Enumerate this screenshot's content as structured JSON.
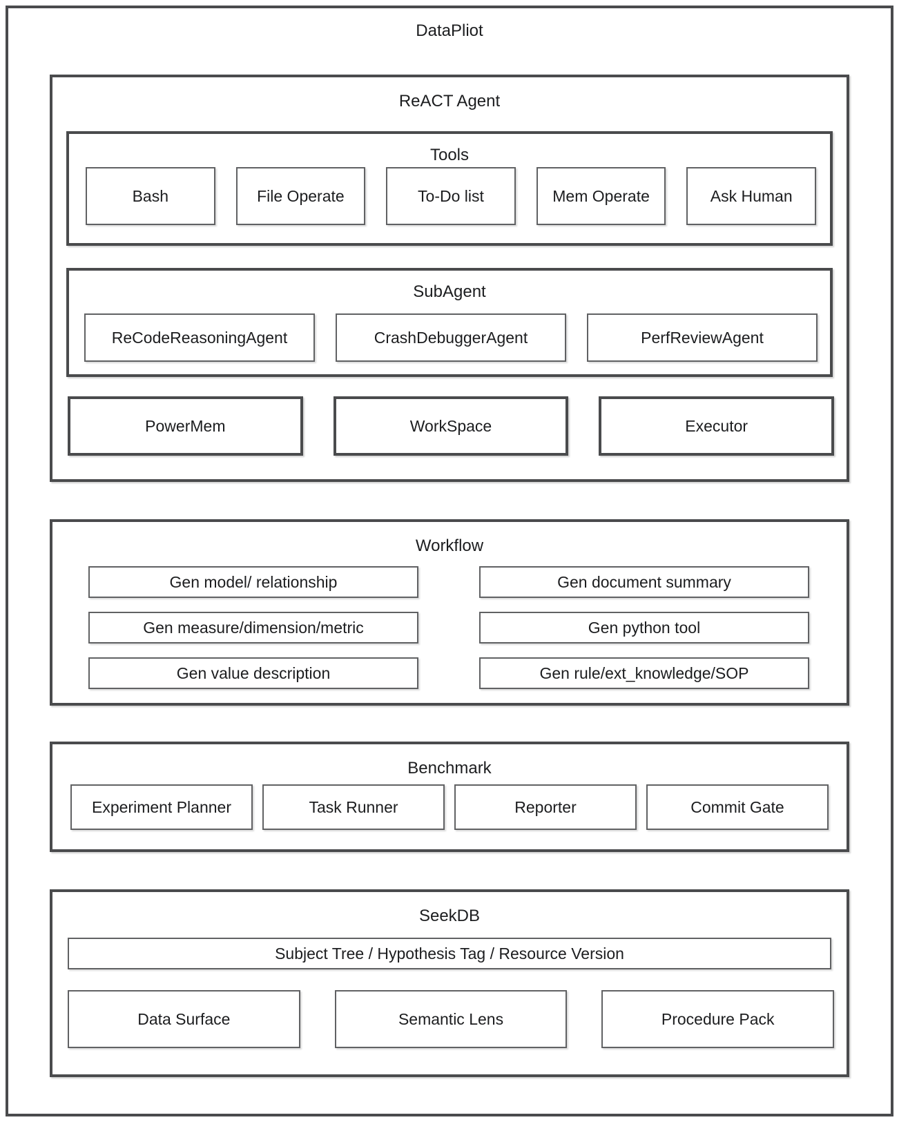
{
  "diagram": {
    "title": "DataPliot",
    "react_agent": {
      "title": "ReACT Agent",
      "tools": {
        "title": "Tools",
        "items": [
          "Bash",
          "File Operate",
          "To-Do list",
          "Mem Operate",
          "Ask Human"
        ]
      },
      "subagent": {
        "title": "SubAgent",
        "items": [
          "ReCodeReasoningAgent",
          "CrashDebuggerAgent",
          "PerfReviewAgent"
        ]
      },
      "core_components": [
        "PowerMem",
        "WorkSpace",
        "Executor"
      ]
    },
    "workflow": {
      "title": "Workflow",
      "left_items": [
        "Gen model/ relationship",
        "Gen measure/dimension/metric",
        "Gen value description"
      ],
      "right_items": [
        "Gen document summary",
        "Gen python tool",
        "Gen rule/ext_knowledge/SOP"
      ]
    },
    "benchmark": {
      "title": "Benchmark",
      "items": [
        "Experiment Planner",
        "Task Runner",
        "Reporter",
        "Commit Gate"
      ]
    },
    "seekdb": {
      "title": "SeekDB",
      "bar": "Subject Tree / Hypothesis Tag / Resource Version",
      "items": [
        "Data Surface",
        "Semantic Lens",
        "Procedure Pack"
      ]
    }
  },
  "colors": {
    "background": "#ffffff",
    "border_thick": "#4a4b4d",
    "border_thin": "#606163",
    "text": "#1c1d1f"
  }
}
